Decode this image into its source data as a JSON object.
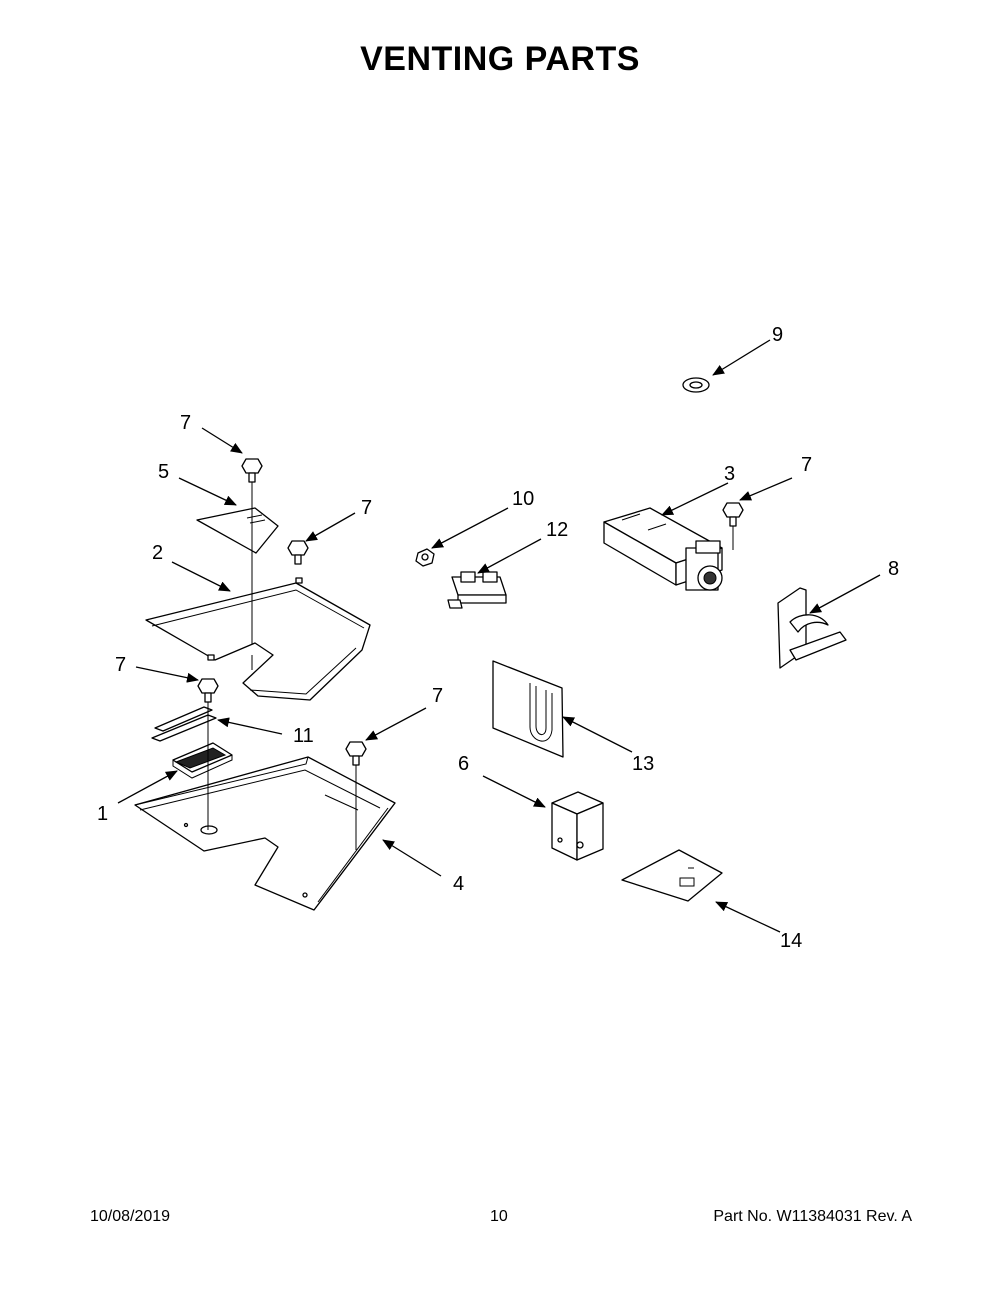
{
  "page": {
    "title": "VENTING PARTS",
    "date": "10/08/2019",
    "page_number": "10",
    "part_number": "Part No.  W11384031  Rev.  A"
  },
  "callouts": [
    "1",
    "2",
    "3",
    "4",
    "5",
    "6",
    "7",
    "7",
    "7",
    "7",
    "7",
    "8",
    "9",
    "10",
    "11",
    "12",
    "13",
    "14"
  ]
}
